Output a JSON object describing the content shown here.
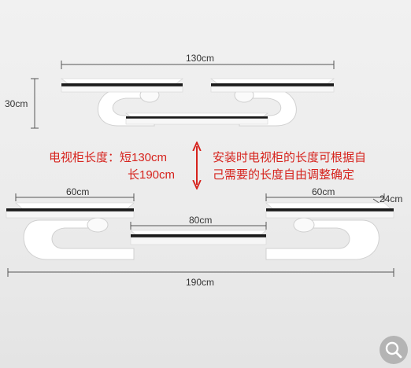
{
  "dimensions": {
    "top_width": "130cm",
    "height": "30cm",
    "left_shelf": "60cm",
    "right_shelf": "60cm",
    "middle_shelf": "80cm",
    "depth": "24cm",
    "total_width": "190cm"
  },
  "info": {
    "left_line1": "电视柜长度：短130cm",
    "left_line2": "长190cm",
    "right_line1": "安装时电视柜的长度可根据自",
    "right_line2": "己需要的长度自由调整确定"
  },
  "colors": {
    "accent_red": "#d6231d",
    "shelf_white": "#ffffff",
    "shelf_edge": "#1a1a1a"
  },
  "icons": [
    "double-arrow-icon",
    "search-icon"
  ]
}
